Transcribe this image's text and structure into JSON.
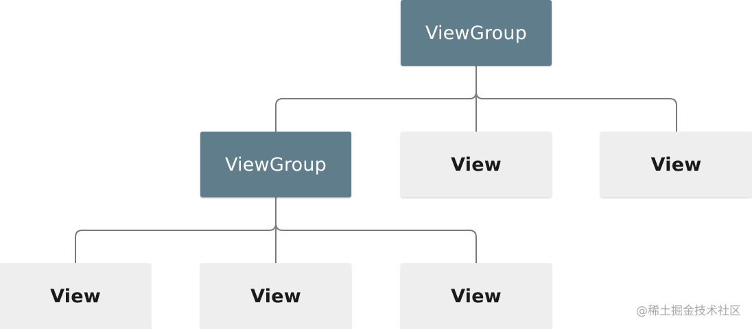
{
  "diagram": {
    "root": {
      "label": "ViewGroup",
      "kind": "viewgroup"
    },
    "level1": [
      {
        "label": "ViewGroup",
        "kind": "viewgroup"
      },
      {
        "label": "View",
        "kind": "view"
      },
      {
        "label": "View",
        "kind": "view"
      }
    ],
    "level2": [
      {
        "label": "View",
        "kind": "view"
      },
      {
        "label": "View",
        "kind": "view"
      },
      {
        "label": "View",
        "kind": "view"
      }
    ],
    "edges": [
      [
        "root",
        "level1.0"
      ],
      [
        "root",
        "level1.1"
      ],
      [
        "root",
        "level1.2"
      ],
      [
        "level1.0",
        "level2.0"
      ],
      [
        "level1.0",
        "level2.1"
      ],
      [
        "level1.0",
        "level2.2"
      ]
    ]
  },
  "colors": {
    "viewgroup_fill": "#607d8b",
    "view_fill": "#eeeeee",
    "connector": "#7a7a7a"
  },
  "watermark": "@稀土掘金技术社区"
}
